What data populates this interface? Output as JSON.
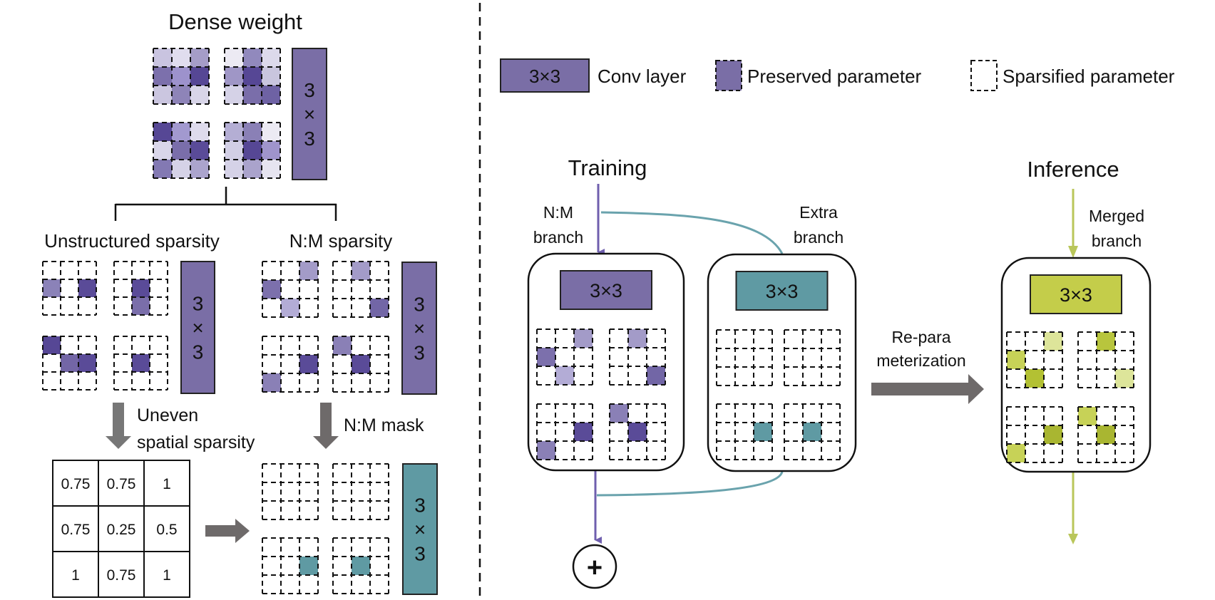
{
  "colors": {
    "purple": "#7a6ea6",
    "purple_arrow": "#6f5fae",
    "teal": "#5f9aa3",
    "teal_line": "#6aa3ad",
    "lime": "#c4cd4a",
    "lime_arrow": "#b9c65a",
    "gray_arrow": "#6e6a6a",
    "border": "#111111"
  },
  "left_panel": {
    "dense": {
      "title": "Dense weight",
      "conv_label": [
        "3",
        "×",
        "3"
      ],
      "kernels": [
        [
          [
            "#c9c4e0",
            "#e0ddee",
            "#a59dc8"
          ],
          [
            "#7c70ac",
            "#9d92cc",
            "#564795"
          ],
          [
            "#cbc6e0",
            "#8e84b8",
            "#d8d5e8"
          ]
        ],
        [
          [
            "#eceaf3",
            "#9189bd",
            "#dcd9eb"
          ],
          [
            "#9f96c6",
            "#564795",
            "#c9c5de"
          ],
          [
            "#d5d2e7",
            "#7a6eaa",
            "#6e62a4"
          ]
        ],
        [
          [
            "#564795",
            "#a299cf",
            "#dedbec"
          ],
          [
            "#d9d6e9",
            "#7a6eaa",
            "#5a4b98"
          ],
          [
            "#8379b3",
            "#d5d2e7",
            "#aba4cd"
          ]
        ],
        [
          [
            "#b4aed4",
            "#8a80b6",
            "#eceaf3"
          ],
          [
            "#d2cfe5",
            "#564795",
            "#9f94cc"
          ],
          [
            "#d5d2e7",
            "#aaa3cc",
            "#e6e4f0"
          ]
        ]
      ]
    },
    "unstructured": {
      "title": "Unstructured sparsity",
      "conv_label": [
        "3",
        "×",
        "3"
      ],
      "kernels": [
        [
          [
            null,
            null,
            null
          ],
          [
            "#8b82b8",
            null,
            "#5a4b98"
          ],
          [
            null,
            null,
            null
          ]
        ],
        [
          [
            null,
            null,
            null
          ],
          [
            null,
            "#5a4b98",
            null
          ],
          [
            null,
            "#7a6eaa",
            null
          ]
        ],
        [
          [
            "#564795",
            null,
            null
          ],
          [
            null,
            "#7366a6",
            "#5a4b98"
          ],
          [
            null,
            null,
            null
          ]
        ],
        [
          [
            null,
            null,
            null
          ],
          [
            null,
            "#5a4b98",
            null
          ],
          [
            null,
            null,
            null
          ]
        ]
      ]
    },
    "nm": {
      "title": "N:M sparsity",
      "conv_label": [
        "3",
        "×",
        "3"
      ],
      "kernels": [
        [
          [
            null,
            null,
            "#a39bc8"
          ],
          [
            "#7c70ac",
            null,
            null
          ],
          [
            null,
            "#b3acd6",
            null
          ]
        ],
        [
          [
            null,
            "#a39bc8",
            null
          ],
          [
            null,
            null,
            null
          ],
          [
            null,
            null,
            "#7266a6"
          ]
        ],
        [
          [
            null,
            null,
            null
          ],
          [
            null,
            null,
            "#5a4b98"
          ],
          [
            "#8a80b6",
            null,
            null
          ]
        ],
        [
          [
            "#8a80b6",
            null,
            null
          ],
          [
            null,
            "#5a4b98",
            null
          ],
          [
            null,
            null,
            null
          ]
        ]
      ]
    },
    "arrow_uneven_label": [
      "Uneven",
      "spatial sparsity"
    ],
    "arrow_nm_label": "N:M mask",
    "sparsity_table": [
      [
        "0.75",
        "0.75",
        "1"
      ],
      [
        "0.75",
        "0.25",
        "0.5"
      ],
      [
        "1",
        "0.75",
        "1"
      ]
    ],
    "masked": {
      "conv_label": [
        "3",
        "×",
        "3"
      ],
      "kernels": [
        [
          [
            null,
            null,
            null
          ],
          [
            null,
            null,
            null
          ],
          [
            null,
            null,
            null
          ]
        ],
        [
          [
            null,
            null,
            null
          ],
          [
            null,
            null,
            null
          ],
          [
            null,
            null,
            null
          ]
        ],
        [
          [
            null,
            null,
            null
          ],
          [
            null,
            null,
            "#5f9aa3"
          ],
          [
            null,
            null,
            null
          ]
        ],
        [
          [
            null,
            null,
            null
          ],
          [
            null,
            "#5f9aa3",
            null
          ],
          [
            null,
            null,
            null
          ]
        ]
      ]
    }
  },
  "legend": [
    {
      "kind": "conv",
      "swatch_text": "3×3",
      "label": "Conv layer"
    },
    {
      "kind": "preserved",
      "label": "Preserved parameter"
    },
    {
      "kind": "sparsified",
      "label": "Sparsified parameter"
    }
  ],
  "right_panel": {
    "training_title": "Training",
    "inference_title": "Inference",
    "nm_branch_label": [
      "N:M",
      "branch"
    ],
    "extra_branch_label": [
      "Extra",
      "branch"
    ],
    "merged_branch_label": [
      "Merged",
      "branch"
    ],
    "repara_label": [
      "Re-para",
      "meterization"
    ],
    "sum_symbol": "+",
    "nm_box": {
      "conv_text": "3×3",
      "kernels": [
        [
          [
            null,
            null,
            "#a39bc8"
          ],
          [
            "#7c70ac",
            null,
            null
          ],
          [
            null,
            "#b3acd6",
            null
          ]
        ],
        [
          [
            null,
            "#a39bc8",
            null
          ],
          [
            null,
            null,
            null
          ],
          [
            null,
            null,
            "#7266a6"
          ]
        ],
        [
          [
            null,
            null,
            null
          ],
          [
            null,
            null,
            "#5a4b98"
          ],
          [
            "#8a80b6",
            null,
            null
          ]
        ],
        [
          [
            "#8a80b6",
            null,
            null
          ],
          [
            null,
            "#5a4b98",
            null
          ],
          [
            null,
            null,
            null
          ]
        ]
      ]
    },
    "extra_box": {
      "conv_text": "3×3",
      "kernels": [
        [
          [
            null,
            null,
            null
          ],
          [
            null,
            null,
            null
          ],
          [
            null,
            null,
            null
          ]
        ],
        [
          [
            null,
            null,
            null
          ],
          [
            null,
            null,
            null
          ],
          [
            null,
            null,
            null
          ]
        ],
        [
          [
            null,
            null,
            null
          ],
          [
            null,
            null,
            "#5f9aa3"
          ],
          [
            null,
            null,
            null
          ]
        ],
        [
          [
            null,
            null,
            null
          ],
          [
            null,
            "#5f9aa3",
            null
          ],
          [
            null,
            null,
            null
          ]
        ]
      ]
    },
    "merged_box": {
      "conv_text": "3×3",
      "kernels": [
        [
          [
            null,
            null,
            "#dde59a"
          ],
          [
            "#c7d257",
            null,
            null
          ],
          [
            null,
            "#b3c133",
            null
          ]
        ],
        [
          [
            null,
            "#b8c53d",
            null
          ],
          [
            null,
            null,
            null
          ],
          [
            null,
            null,
            "#dde59a"
          ]
        ],
        [
          [
            null,
            null,
            null
          ],
          [
            null,
            null,
            "#a9b631"
          ],
          [
            "#c7d257",
            null,
            null
          ]
        ],
        [
          [
            "#c7d257",
            null,
            null
          ],
          [
            null,
            "#a9b631",
            null
          ],
          [
            null,
            null,
            null
          ]
        ]
      ]
    }
  }
}
